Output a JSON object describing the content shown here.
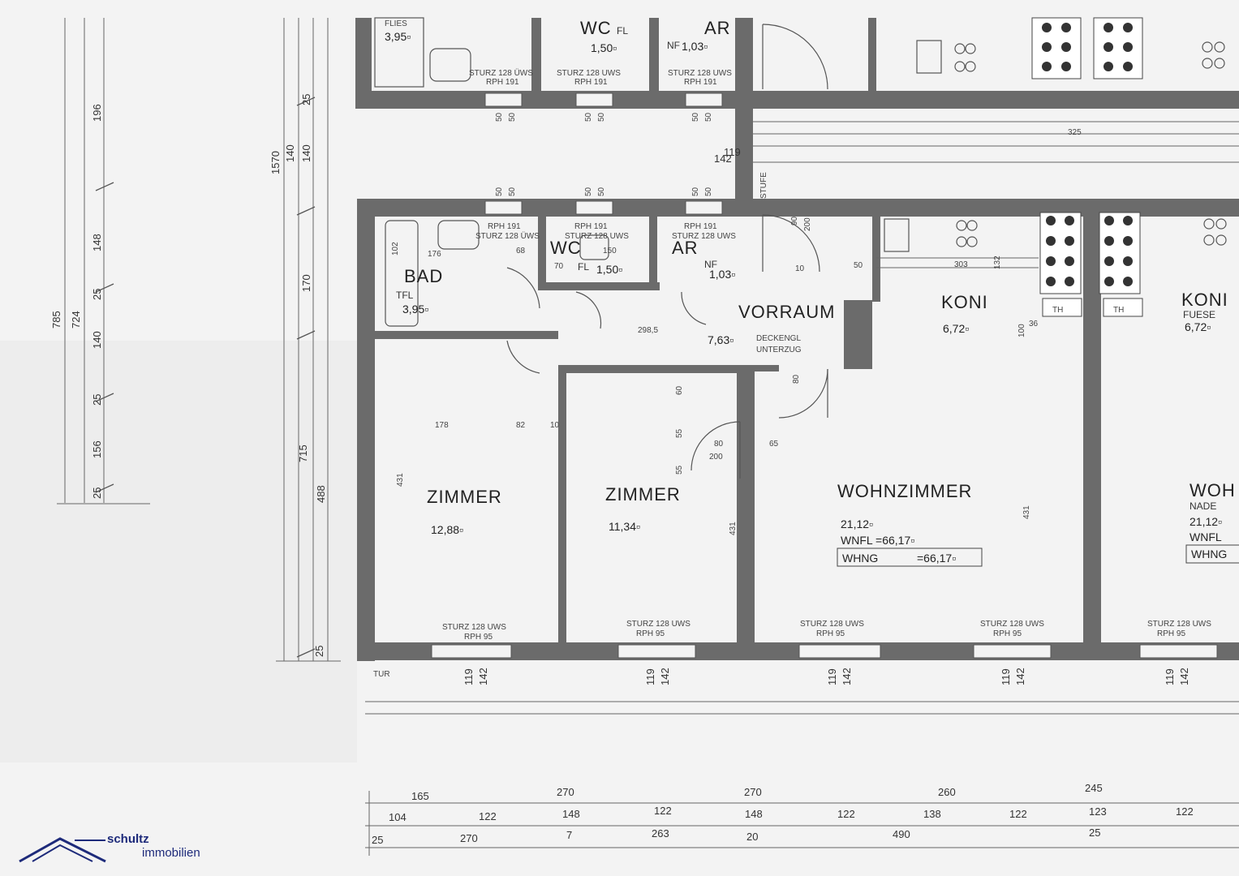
{
  "rooms": {
    "bad": {
      "name": "BAD",
      "floor": "TFL",
      "area": "3,95▫"
    },
    "bad_top": {
      "floor": "FLIES",
      "area": "3,95▫"
    },
    "wc": {
      "name": "WC",
      "floor": "FL",
      "area": "1,50▫"
    },
    "wc_top": {
      "name": "WC",
      "floor": "FL",
      "area": "1,50▫"
    },
    "ar": {
      "name": "AR",
      "floor": "NF",
      "area": "1,03▫"
    },
    "ar_top": {
      "name": "AR",
      "floor": "NF",
      "area": "1,03▫"
    },
    "vorraum": {
      "name": "VORRAUM",
      "area": "7,63▫",
      "note1": "DECKENGL",
      "note2": "UNTERZUG"
    },
    "koni": {
      "name": "KONI",
      "area": "6,72▫"
    },
    "koni_right": {
      "name": "KONI",
      "floor": "FUESE",
      "area": "6,72▫"
    },
    "zimmer1": {
      "name": "ZIMMER",
      "area": "12,88▫"
    },
    "zimmer2": {
      "name": "ZIMMER",
      "area": "11,34▫"
    },
    "wohnzimmer": {
      "name": "WOHNZIMMER",
      "area": "21,12▫",
      "wnfl": "WNFL =66,17▫",
      "whng_label": "WHNG",
      "whng_value": "=66,17▫"
    },
    "wohn_right": {
      "name": "WOH",
      "floor": "NADE",
      "area": "21,12▫",
      "wnfl": "WNFL",
      "whng": "WHNG"
    }
  },
  "annotations": {
    "sturz_uws": "STURZ 128 ÜWS",
    "sturz_uws2": "STURZ 128 UWS",
    "rph191": "RPH 191",
    "rph95": "RPH 95",
    "tur": "TUR",
    "th": "TH",
    "stufe": "STUFE"
  },
  "left_dims": [
    "785",
    "724",
    "196",
    "148",
    "25",
    "140",
    "25",
    "156",
    "25"
  ],
  "mid_dims": [
    "1570",
    "140",
    "170",
    "715",
    "488",
    "140",
    "25",
    "25"
  ],
  "bottom_dims_row1": [
    "165",
    "270",
    "270",
    "260",
    "245"
  ],
  "bottom_dims_row2": [
    "104",
    "122",
    "148",
    "122",
    "148",
    "122",
    "138",
    "122",
    "123",
    "122"
  ],
  "bottom_dims_row3": [
    "25",
    "270",
    "7",
    "263",
    "20",
    "490",
    "25"
  ],
  "window_dims": {
    "a": "119",
    "b": "142"
  },
  "misc_dims": [
    "50",
    "50",
    "325",
    "303",
    "298,5",
    "178",
    "82",
    "10",
    "60",
    "55",
    "55",
    "80",
    "200",
    "65",
    "80",
    "431",
    "431",
    "431",
    "132",
    "36",
    "100",
    "102",
    "68",
    "176",
    "150",
    "70",
    "10",
    "50",
    "200",
    "90"
  ],
  "logo": {
    "line1": "schultz",
    "line2": "immobilien",
    "color": "#1d2a7a"
  }
}
